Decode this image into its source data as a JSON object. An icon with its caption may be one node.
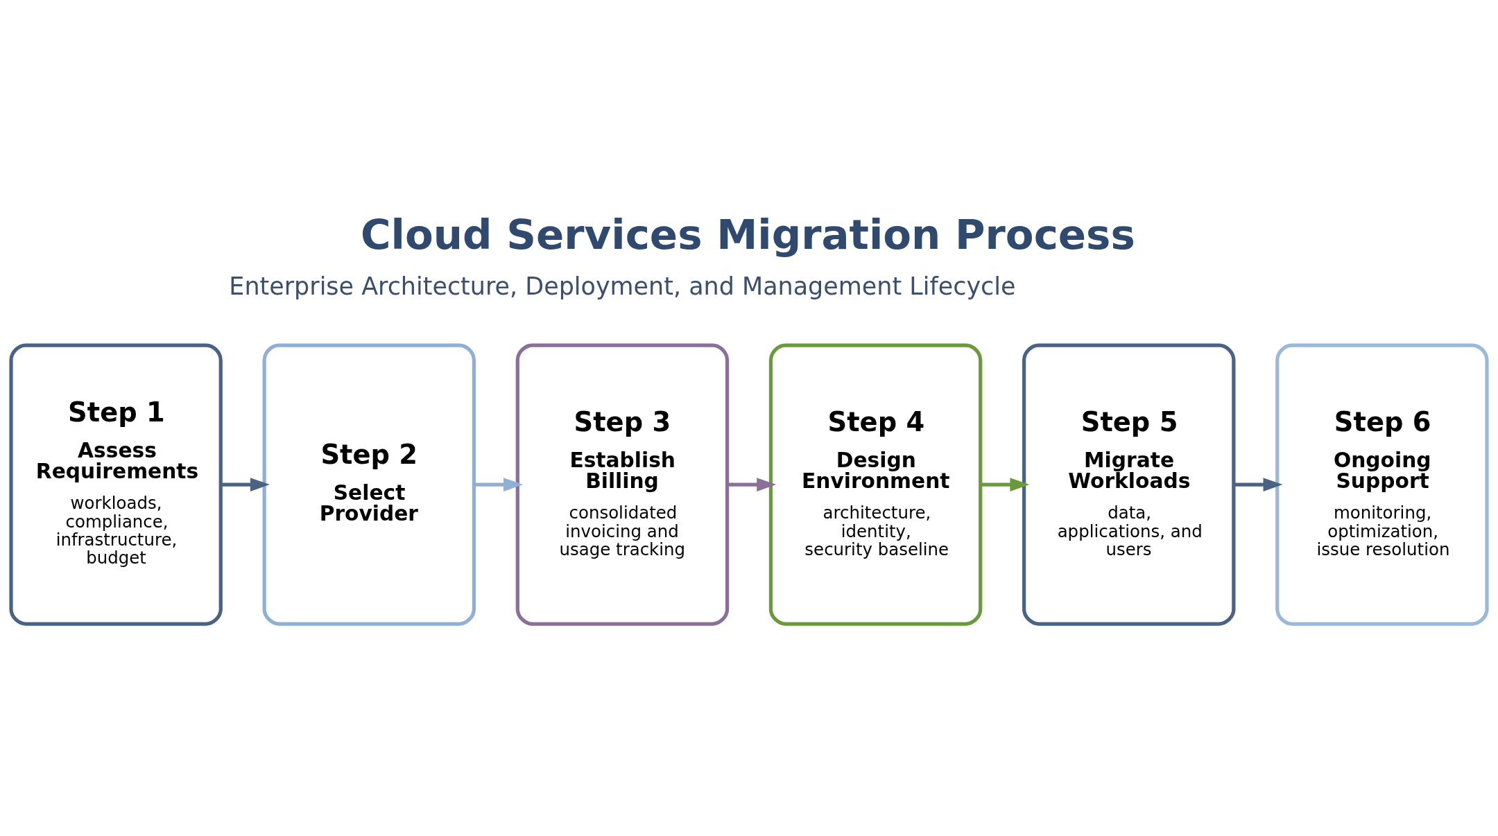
{
  "diagram": {
    "title": "Cloud Services Migration Process",
    "nodes": [
      {
        "text": [
          "Step 1",
          "Assess Requirements",
          "workloads, compliance, infrastructure, budget"
        ]
      },
      {
        "text": [
          "Step 2",
          "Select Provider"
        ]
      },
      {
        "text": [
          "Step 3",
          "Establish Billing",
          "consolidated invoicing and usage tracking"
        ]
      },
      {
        "text": [
          "Step 4",
          "Design Environment",
          "architecture, identity, security baseline"
        ]
      },
      {
        "text": [
          "Step 5",
          "Migrate Workloads",
          "data, applications, and users"
        ]
      },
      {
        "text": [
          "Step 6",
          "Ongoing Support",
          "monitoring, optimization, issue resolution"
        ]
      }
    ],
    "edges": [
      {
        "from": 0,
        "to": 1,
        "arrow": "to",
        "color": "#4a6283"
      },
      {
        "from": 1,
        "to": 2,
        "arrow": "to",
        "color": "#8fb0d4"
      },
      {
        "from": 2,
        "to": 3,
        "arrow": "to",
        "color": "#8a7099"
      },
      {
        "from": 3,
        "to": 4,
        "arrow": "to",
        "color": "#6a9a3a"
      },
      {
        "from": 4,
        "to": 5,
        "arrow": "to",
        "color": "#4a6283"
      }
    ],
    "labels": [
      "Enterprise Architecture, Deployment, and Management Lifecycle"
    ]
  }
}
